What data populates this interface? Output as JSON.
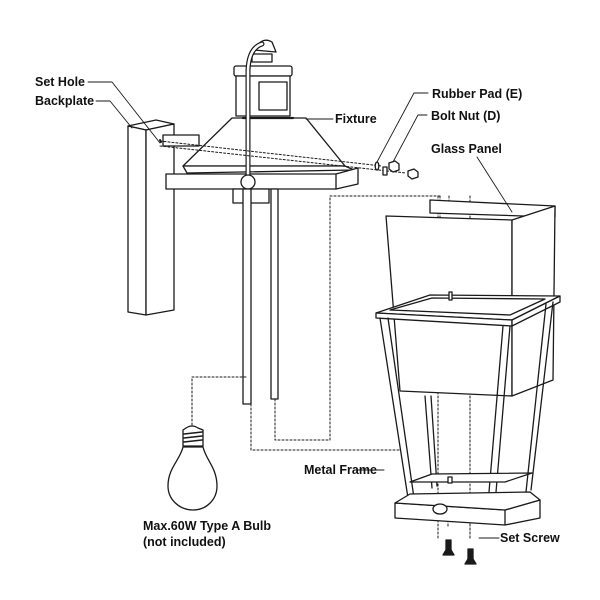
{
  "diagram": {
    "title": "Outdoor wall lantern assembly",
    "line_color": "#1a1a1a",
    "background": "#ffffff",
    "labels": {
      "set_hole": "Set Hole",
      "backplate": "Backplate",
      "fixture": "Fixture",
      "rubber_pad": "Rubber Pad (E)",
      "bolt_nut": "Bolt Nut (D)",
      "glass_panel": "Glass Panel",
      "metal_frame": "Metal Frame",
      "set_screw": "Set Screw",
      "bulb_line1": "Max.60W Type A Bulb",
      "bulb_line2": "(not included)"
    },
    "parts": [
      "backplate",
      "fixture",
      "rubber-pad",
      "bolt-nut",
      "glass-panel",
      "metal-frame",
      "set-screw",
      "bulb"
    ]
  }
}
